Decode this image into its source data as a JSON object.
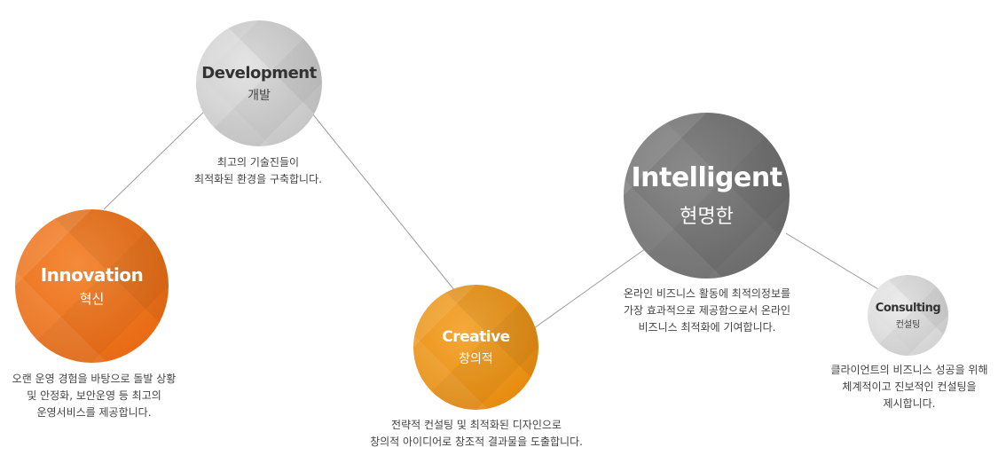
{
  "nodes": {
    "development": {
      "title": "Development",
      "subtitle": "개발",
      "description": [
        "최고의 기술진들이",
        "최적화된 환경을 구축합니다."
      ]
    },
    "innovation": {
      "title": "Innovation",
      "subtitle": "혁신",
      "description": [
        "오랜 운영 경험을 바탕으로 돌발 상황",
        "및 안정화, 보안운영 등 최고의",
        "운영서비스를 제공합니다."
      ]
    },
    "creative": {
      "title": "Creative",
      "subtitle": "창의적",
      "description": [
        "전략적 컨설팅 및 최적화된 디자인으로",
        "창의적 아이디어로 창조적 결과물을 도출합니다."
      ]
    },
    "intelligent": {
      "title": "Intelligent",
      "subtitle": "현명한",
      "description": [
        "온라인 비즈니스 활동에 최적의정보를",
        "가장 효과적으로 제공함으로서 온라인",
        "비즈니스 최적화에 기여합니다."
      ]
    },
    "consulting": {
      "title": "Consulting",
      "subtitle": "컨설팅",
      "description": [
        "클라이언트의 비즈니스 성공을 위해",
        "체계적이고 진보적인 컨설팅을",
        "제시합니다."
      ]
    }
  },
  "colors": {
    "innovation": "#ea6d16",
    "creative": "#e88e12",
    "development": "#c9c9c9",
    "intelligent": "#6f6f6f",
    "consulting": "#d6d6d6",
    "connector": "#9a9a9a"
  }
}
